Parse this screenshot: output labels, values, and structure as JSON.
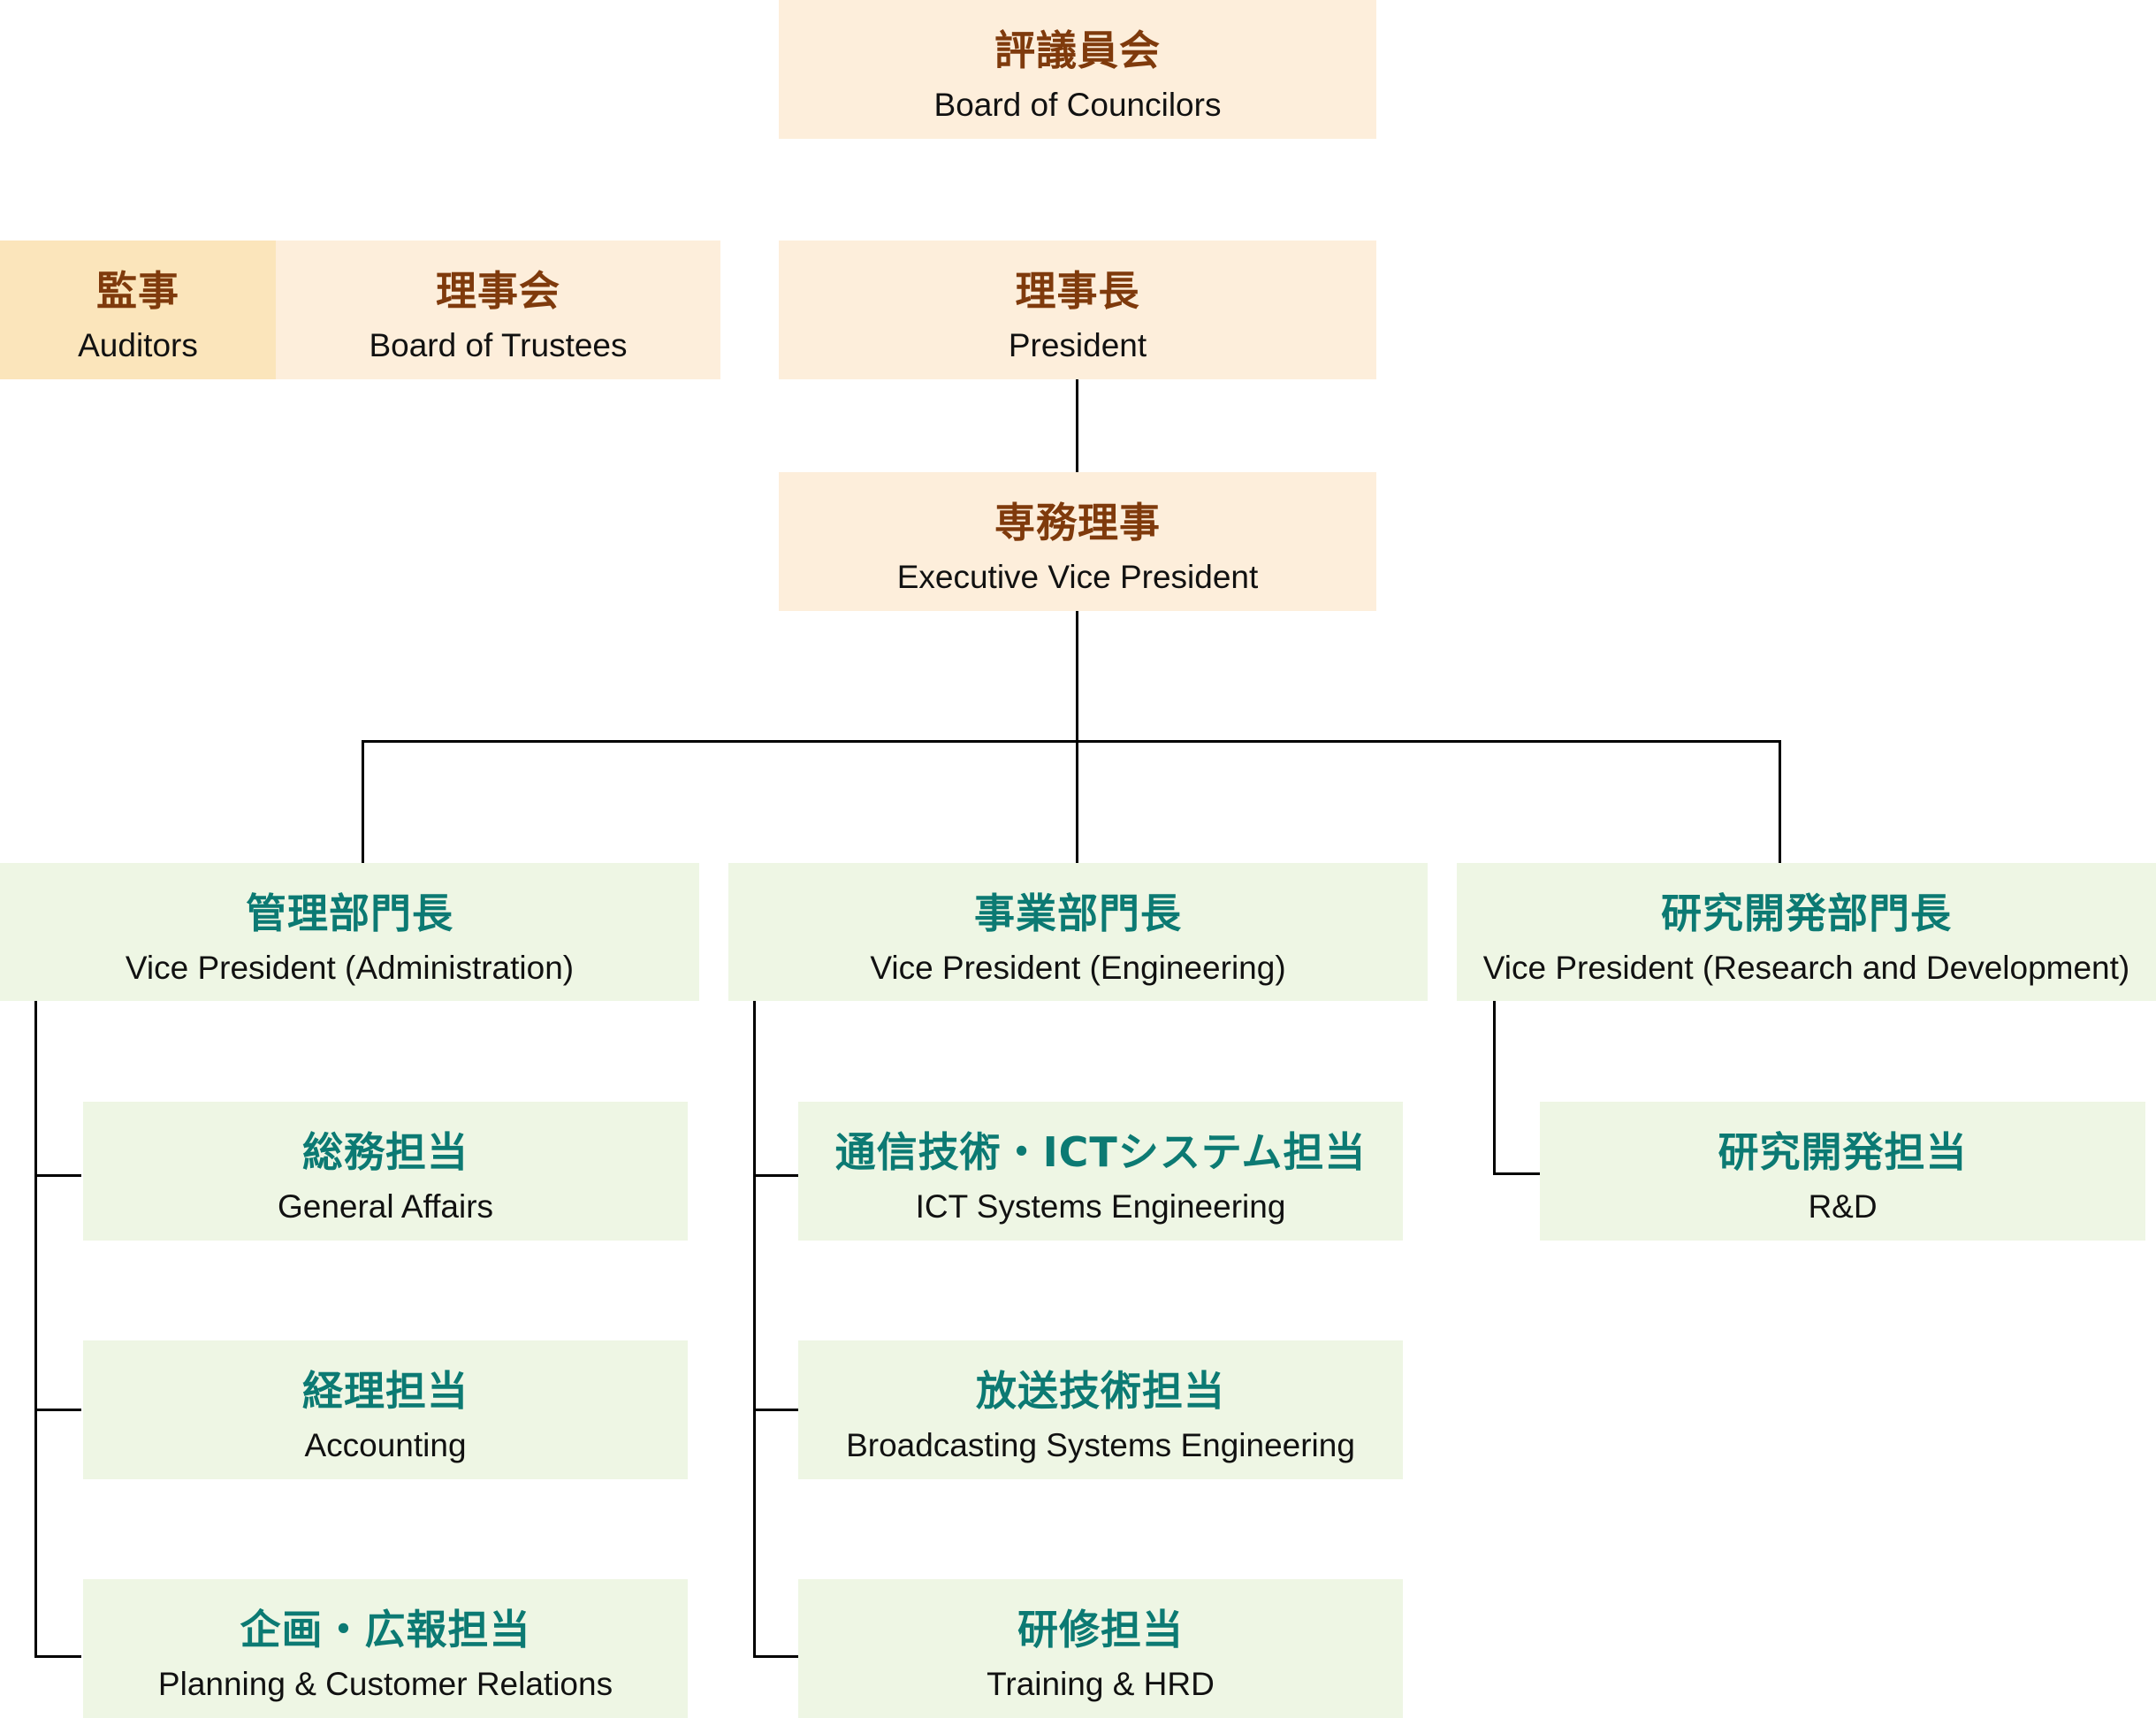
{
  "colors": {
    "executive_bg": "#fdeedb",
    "auditor_bg": "#fbe5bb",
    "department_bg": "#eef6e4",
    "executive_text": "#7f3a0c",
    "department_text": "#0c7a73",
    "subtitle_text": "#111111",
    "connector": "#000000"
  },
  "executive": {
    "councilors": {
      "ja": "評議員会",
      "en": "Board of Councilors"
    },
    "auditors": {
      "ja": "監事",
      "en": "Auditors"
    },
    "trustees": {
      "ja": "理事会",
      "en": "Board of Trustees"
    },
    "president": {
      "ja": "理事長",
      "en": "President"
    },
    "evp": {
      "ja": "専務理事",
      "en": "Executive Vice President"
    }
  },
  "divisions": [
    {
      "ja": "管理部門長",
      "en": "Vice President (Administration)",
      "units": [
        {
          "ja": "総務担当",
          "en": "General Affairs"
        },
        {
          "ja": "経理担当",
          "en": "Accounting"
        },
        {
          "ja": "企画・広報担当",
          "en": "Planning & Customer Relations"
        }
      ]
    },
    {
      "ja": "事業部門長",
      "en": "Vice President (Engineering)",
      "units": [
        {
          "ja": "通信技術・ICTシステム担当",
          "en": "ICT Systems Engineering"
        },
        {
          "ja": "放送技術担当",
          "en": "Broadcasting Systems Engineering"
        },
        {
          "ja": "研修担当",
          "en": "Training & HRD"
        }
      ]
    },
    {
      "ja": "研究開発部門長",
      "en": "Vice President (Research and Development)",
      "units": [
        {
          "ja": "研究開発担当",
          "en": "R&D"
        }
      ]
    }
  ]
}
